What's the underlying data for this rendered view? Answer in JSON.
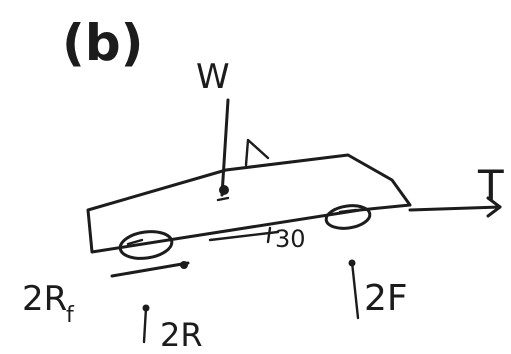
{
  "diagram": {
    "panel_label": "(b)",
    "labels": {
      "weight": "W",
      "towing_force": "T",
      "angle": "30",
      "front_wheel_friction": "2F",
      "rear_normal": "2R",
      "front_normal": "2R",
      "front_normal_subscript": "f"
    },
    "ink_color": "#1c1c1c",
    "background_color": "#ffffff"
  }
}
